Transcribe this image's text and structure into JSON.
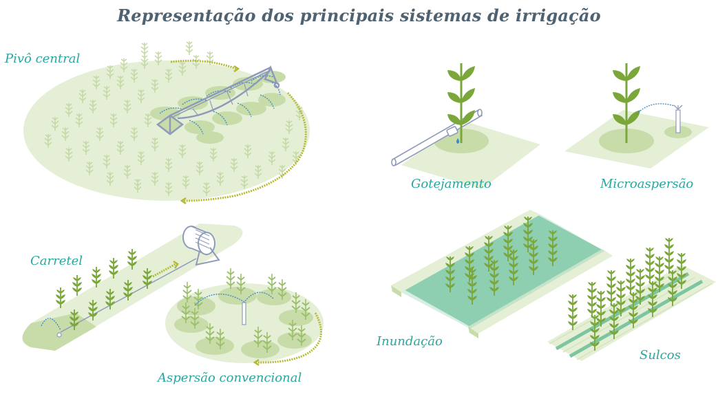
{
  "title": "Representação dos principais sistemas de irrigação",
  "systems": [
    {
      "id": "pivo",
      "label": "Pivô central"
    },
    {
      "id": "gotejamento",
      "label": "Gotejamento"
    },
    {
      "id": "microaspersao",
      "label": "Microaspersão"
    },
    {
      "id": "carretel",
      "label": "Carretel"
    },
    {
      "id": "aspersao",
      "label": "Aspersão convencional"
    },
    {
      "id": "inundacao",
      "label": "Inundação"
    },
    {
      "id": "sulcos",
      "label": "Sulcos"
    }
  ],
  "colors": {
    "title": "#4f6272",
    "label": "#2aa6a0",
    "field_light": "#e4efd6",
    "field_mid": "#c8dcaa",
    "plant_dark": "#7aa63a",
    "plant_faded": "#bcd29a",
    "water": "#8ecfb3",
    "water_edge": "#86cbc4",
    "equipment": "#8e9bb8",
    "spray": "#3b86c8",
    "arrow": "#b5b833"
  }
}
